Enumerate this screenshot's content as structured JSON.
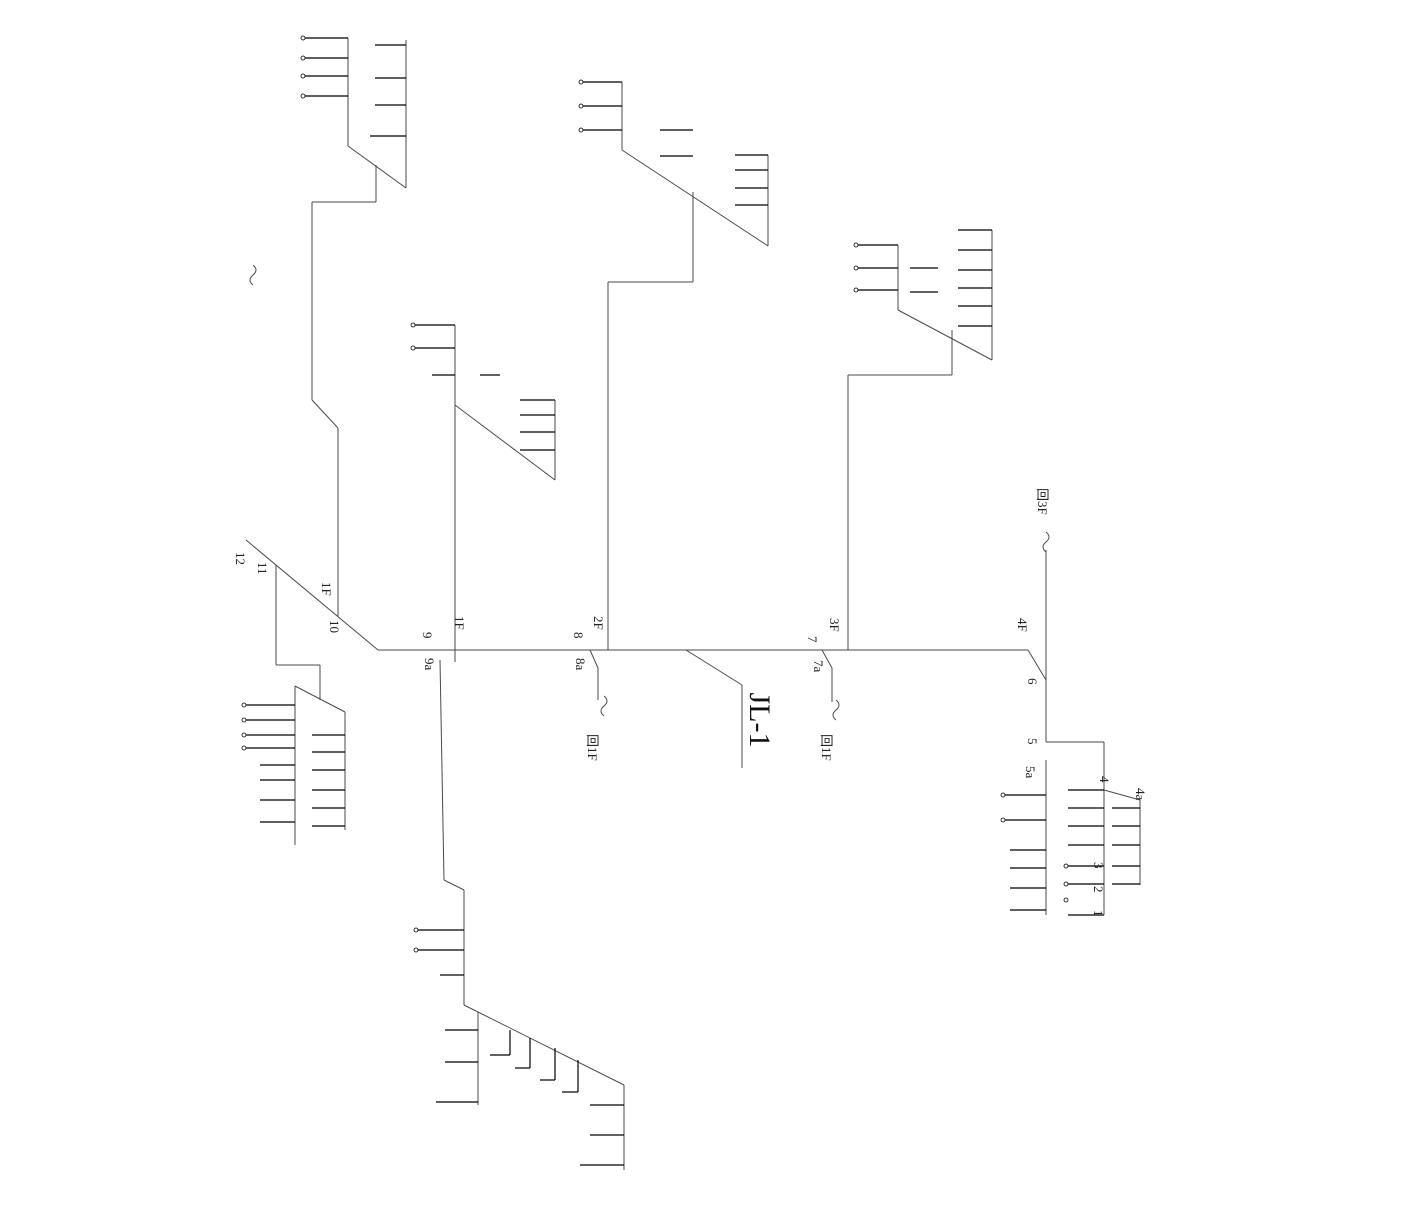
{
  "diagram": {
    "riser_label": "JL-1",
    "nodes": {
      "n1": "1",
      "n2": "2",
      "n3": "3",
      "n4": "4",
      "n4a": "4a",
      "n5": "5",
      "n5a": "5a",
      "n6": "6",
      "n7": "7",
      "n7a": "7a",
      "n8": "8",
      "n8a": "8a",
      "n9": "9",
      "n9a": "9a",
      "n10": "10",
      "n11": "11",
      "n12": "12"
    },
    "floors": {
      "f4": "4F",
      "f3": "3F",
      "f2": "2F",
      "f1a": "1F",
      "f1b": "1F"
    },
    "returns": {
      "r3f": "回3F",
      "r1f_a": "回1F",
      "r1f_b": "回1F"
    }
  }
}
